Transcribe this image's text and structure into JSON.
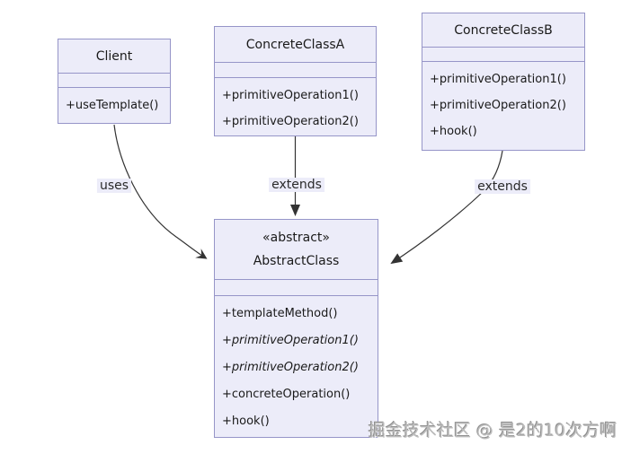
{
  "diagram": {
    "type": "uml-class-diagram",
    "pattern": "Template Method",
    "colors": {
      "box_fill": "#ececf9",
      "box_border": "#9695c8",
      "arrow": "#333333",
      "text": "#1a1a1a",
      "edge_label_bg": "#ececf9",
      "watermark_gray": "#bdbdbd"
    },
    "classes": [
      {
        "id": "client",
        "stereotype": "",
        "title": "Client",
        "attributes": [],
        "methods": [
          {
            "text": "+useTemplate()",
            "style": "normal"
          }
        ]
      },
      {
        "id": "concrete-class-a",
        "stereotype": "",
        "title": "ConcreteClassA",
        "attributes": [],
        "methods": [
          {
            "text": "+primitiveOperation1()",
            "style": "normal"
          },
          {
            "text": "+primitiveOperation2()",
            "style": "normal"
          }
        ]
      },
      {
        "id": "concrete-class-b",
        "stereotype": "",
        "title": "ConcreteClassB",
        "attributes": [],
        "methods": [
          {
            "text": "+primitiveOperation1()",
            "style": "normal"
          },
          {
            "text": "+primitiveOperation2()",
            "style": "normal"
          },
          {
            "text": "+hook()",
            "style": "normal"
          }
        ]
      },
      {
        "id": "abstract-class",
        "stereotype": "«abstract»",
        "title": "AbstractClass",
        "attributes": [],
        "methods": [
          {
            "text": "+templateMethod()",
            "style": "normal"
          },
          {
            "text": "+primitiveOperation1()",
            "style": "italic"
          },
          {
            "text": "+primitiveOperation2()",
            "style": "italic"
          },
          {
            "text": "+concreteOperation()",
            "style": "normal"
          },
          {
            "text": "+hook()",
            "style": "normal"
          }
        ]
      }
    ],
    "edges": [
      {
        "label": "uses",
        "from": "Client",
        "to": "AbstractClass",
        "arrowhead": "vee-arrowhead"
      },
      {
        "label": "extends",
        "from": "ConcreteClassA",
        "to": "AbstractClass",
        "arrowhead": "solid-triangle-arrowhead"
      },
      {
        "label": "extends",
        "from": "ConcreteClassB",
        "to": "AbstractClass",
        "arrowhead": "solid-triangle-arrowhead"
      }
    ],
    "watermark": "掘金技术社区 @ 是2的10次方啊"
  }
}
